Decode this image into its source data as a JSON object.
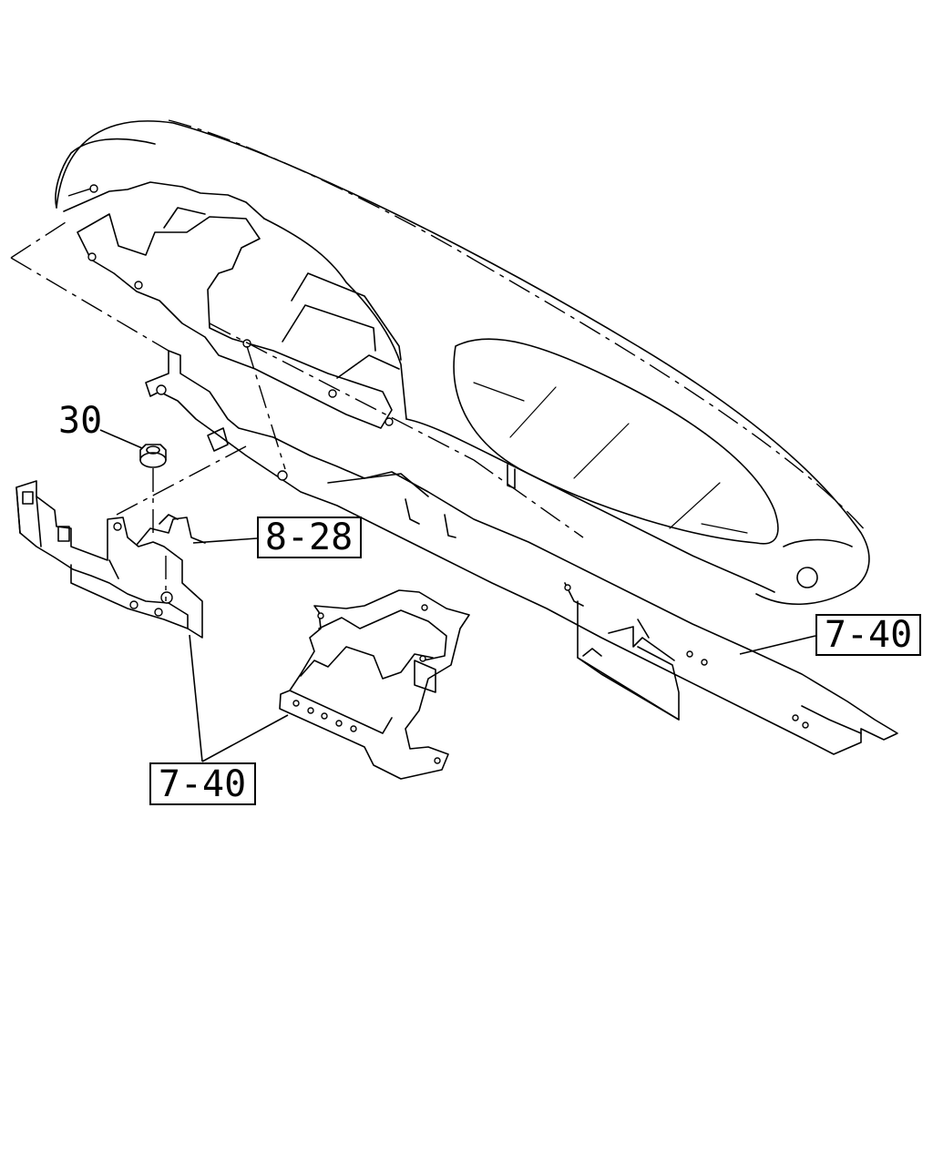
{
  "callouts": {
    "part_30": "30",
    "ref_8_28": "8-28",
    "ref_7_40_right": "7-40",
    "ref_7_40_left": "7-40"
  }
}
